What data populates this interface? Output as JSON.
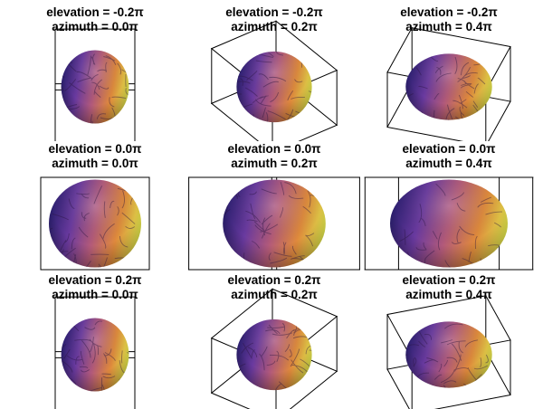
{
  "panels": [
    {
      "title_line1": "elevation = -0.2π",
      "title_line2": "azimuth = 0.0π",
      "elevation": -0.2,
      "azimuth": 0.0
    },
    {
      "title_line1": "elevation = -0.2π",
      "title_line2": "azimuth = 0.2π",
      "elevation": -0.2,
      "azimuth": 0.2
    },
    {
      "title_line1": "elevation = -0.2π",
      "title_line2": "azimuth = 0.4π",
      "elevation": -0.2,
      "azimuth": 0.4
    },
    {
      "title_line1": "elevation = 0.0π",
      "title_line2": "azimuth = 0.0π",
      "elevation": 0.0,
      "azimuth": 0.0
    },
    {
      "title_line1": "elevation = 0.0π",
      "title_line2": "azimuth = 0.2π",
      "elevation": 0.0,
      "azimuth": 0.2
    },
    {
      "title_line1": "elevation = 0.0π",
      "title_line2": "azimuth = 0.4π",
      "elevation": 0.0,
      "azimuth": 0.4
    },
    {
      "title_line1": "elevation = 0.2π",
      "title_line2": "azimuth = 0.0π",
      "elevation": 0.2,
      "azimuth": 0.0
    },
    {
      "title_line1": "elevation = 0.2π",
      "title_line2": "azimuth = 0.2π",
      "elevation": 0.2,
      "azimuth": 0.2
    },
    {
      "title_line1": "elevation = 0.2π",
      "title_line2": "azimuth = 0.4π",
      "elevation": 0.2,
      "azimuth": 0.4
    }
  ],
  "colormap": [
    "#2a1f6e",
    "#6a3aa0",
    "#b35a7a",
    "#e08a3c",
    "#d9e24a"
  ]
}
